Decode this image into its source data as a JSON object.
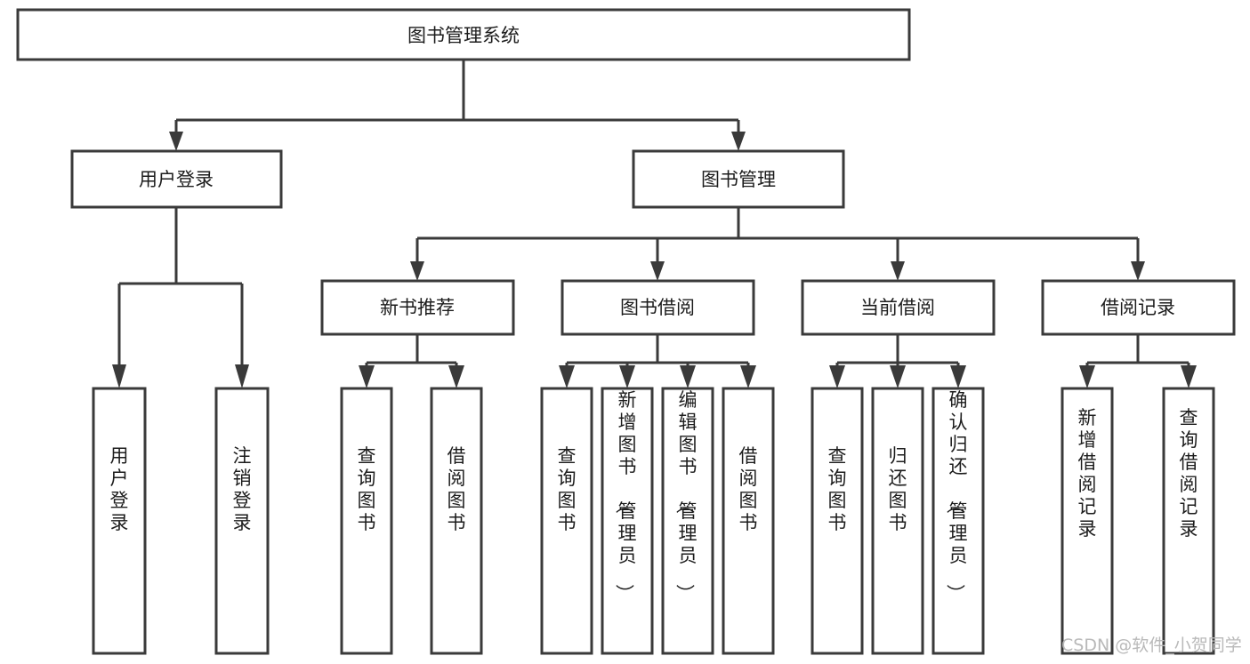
{
  "diagram": {
    "title": "图书管理系统",
    "type": "tree-hierarchy-chart",
    "root": {
      "id": "root",
      "label": "图书管理系统"
    },
    "level2": [
      {
        "id": "user-login",
        "label": "用户登录"
      },
      {
        "id": "book-manage",
        "label": "图书管理"
      }
    ],
    "level3": [
      {
        "id": "new-book-rec",
        "label": "新书推荐",
        "parent": "book-manage"
      },
      {
        "id": "book-borrow",
        "label": "图书借阅",
        "parent": "book-manage"
      },
      {
        "id": "current-borrow",
        "label": "当前借阅",
        "parent": "book-manage"
      },
      {
        "id": "borrow-record",
        "label": "借阅记录",
        "parent": "book-manage"
      }
    ],
    "leaves": {
      "user-login": [
        {
          "id": "leaf-user-login",
          "label": "用户登录"
        },
        {
          "id": "leaf-logout",
          "label": "注销登录"
        }
      ],
      "new-book-rec": [
        {
          "id": "leaf-query-book-1",
          "label": "查询图书"
        },
        {
          "id": "leaf-borrow-book-1",
          "label": "借阅图书"
        }
      ],
      "book-borrow": [
        {
          "id": "leaf-query-book-2",
          "label": "查询图书"
        },
        {
          "id": "leaf-add-book",
          "label": "新增图书（管理员）"
        },
        {
          "id": "leaf-edit-book",
          "label": "编辑图书（管理员）"
        },
        {
          "id": "leaf-borrow-book-2",
          "label": "借阅图书"
        }
      ],
      "current-borrow": [
        {
          "id": "leaf-query-book-3",
          "label": "查询图书"
        },
        {
          "id": "leaf-return-book",
          "label": "归还图书"
        },
        {
          "id": "leaf-confirm-return",
          "label": "确认归还（管理员）"
        }
      ],
      "borrow-record": [
        {
          "id": "leaf-add-record",
          "label": "新增借阅记录"
        },
        {
          "id": "leaf-query-record",
          "label": "查询借阅记录"
        }
      ]
    }
  },
  "watermark": {
    "text": "CSDN @软件_小贺同学"
  },
  "colors": {
    "stroke": "#3a3a3a",
    "box_fill": "#ffffff",
    "text": "#1c1c1c",
    "watermark": "#b9b9b9",
    "background": "#ffffff"
  }
}
